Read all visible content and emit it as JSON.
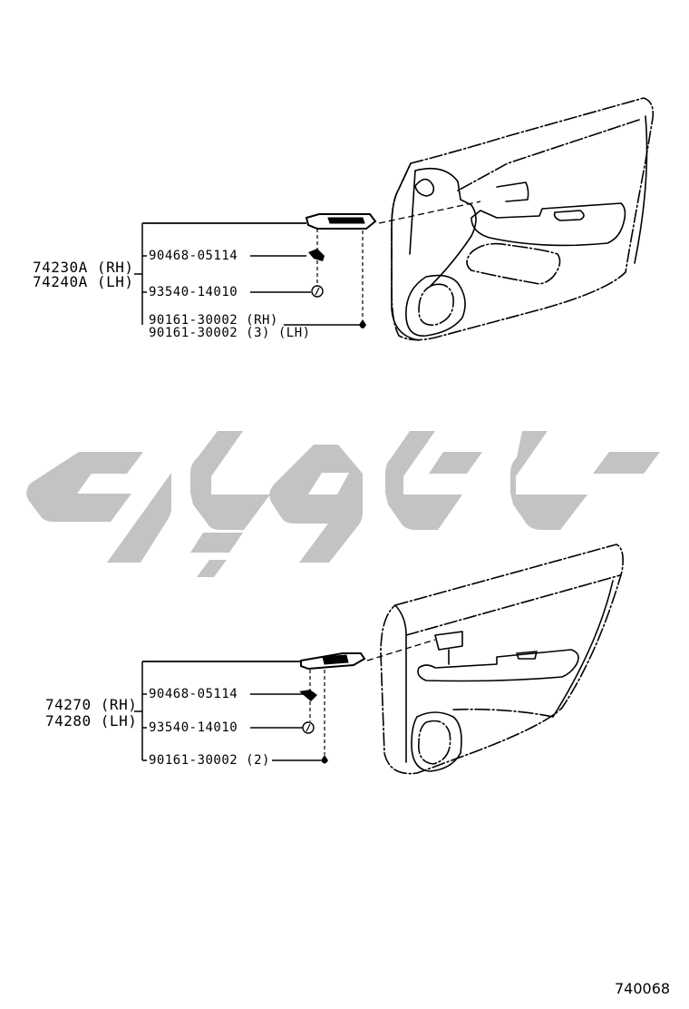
{
  "diagram": {
    "type": "parts-exploded-diagram",
    "figure_code": "740068",
    "watermark": {
      "text": "تاوپارت",
      "color": "#c3c3c3"
    },
    "line_color": "#000000",
    "groups": [
      {
        "assembly": {
          "rh": "74230A (RH)",
          "lh": "74240A (LH)"
        },
        "door": "front-door-trim-panel",
        "parts": [
          {
            "label": "90468-05114",
            "icon": "clip-icon"
          },
          {
            "label": "93540-14010",
            "icon": "fastener-icon"
          },
          {
            "label": "90161-30002 (RH)",
            "label2": "90161-30002 (3)  (LH)",
            "icon": "screw-icon"
          }
        ]
      },
      {
        "assembly": {
          "rh": "74270 (RH)",
          "lh": "74280 (LH)"
        },
        "door": "rear-door-trim-panel",
        "parts": [
          {
            "label": "90468-05114",
            "icon": "clip-icon"
          },
          {
            "label": "93540-14010",
            "icon": "fastener-icon"
          },
          {
            "label": "90161-30002 (2)",
            "icon": "screw-icon"
          }
        ]
      }
    ]
  }
}
